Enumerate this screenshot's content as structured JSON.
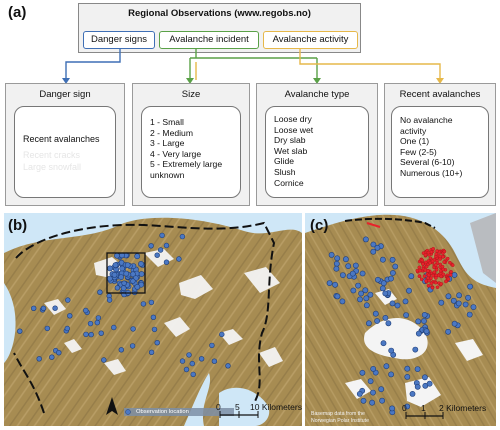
{
  "panel_a": {
    "letter": "(a)",
    "header_title": "Regional Observations (www.regobs.no)",
    "buttons": [
      {
        "label": "Danger signs",
        "color": "#3f6fb5"
      },
      {
        "label": "Avalanche incident",
        "color": "#5aa147"
      },
      {
        "label": "Avalanche activity",
        "color": "#e6b84a"
      }
    ],
    "connector_colors": {
      "blue": "#3f6fb5",
      "green": "#5aa147",
      "yellow": "#e6b84a"
    },
    "categories": [
      {
        "title": "Danger sign",
        "items": [
          "Recent avalanches"
        ],
        "faded_items": [
          "Recent cracks",
          "Large snowfall"
        ]
      },
      {
        "title": "Size",
        "items": [
          "1 - Small",
          "2 - Medium",
          "3 - Large",
          "4 - Very large",
          "5 - Extremely large",
          "unknown"
        ]
      },
      {
        "title": "Avalanche type",
        "items": [
          "Loose dry",
          "Loose wet",
          "Dry slab",
          "Wet slab",
          "Glide",
          "Slush",
          "Cornice"
        ]
      },
      {
        "title": "Recent avalanches",
        "items": [
          "No avalanche",
          "activity",
          "One (1)",
          "Few (2-5)",
          "Several (6-10)",
          "Numerous (10+)"
        ]
      }
    ]
  },
  "panel_b": {
    "letter": "(b)",
    "legend_label": "Observation location",
    "scale_labels": [
      "0",
      "5",
      "10 Kilometers"
    ],
    "north_icon": "north-arrow-icon"
  },
  "panel_c": {
    "letter": "(c)",
    "credit_lines": [
      "Basemap data from the",
      "Norwegian Polar Institute"
    ],
    "scale_labels": [
      "0",
      "1",
      "2 Kilometers"
    ]
  },
  "colors": {
    "terrain": "#a78c52",
    "water": "#cfe7f7",
    "snow": "#f4f4f4",
    "observation": "#4b78c3",
    "cluster": "#e8232b"
  }
}
